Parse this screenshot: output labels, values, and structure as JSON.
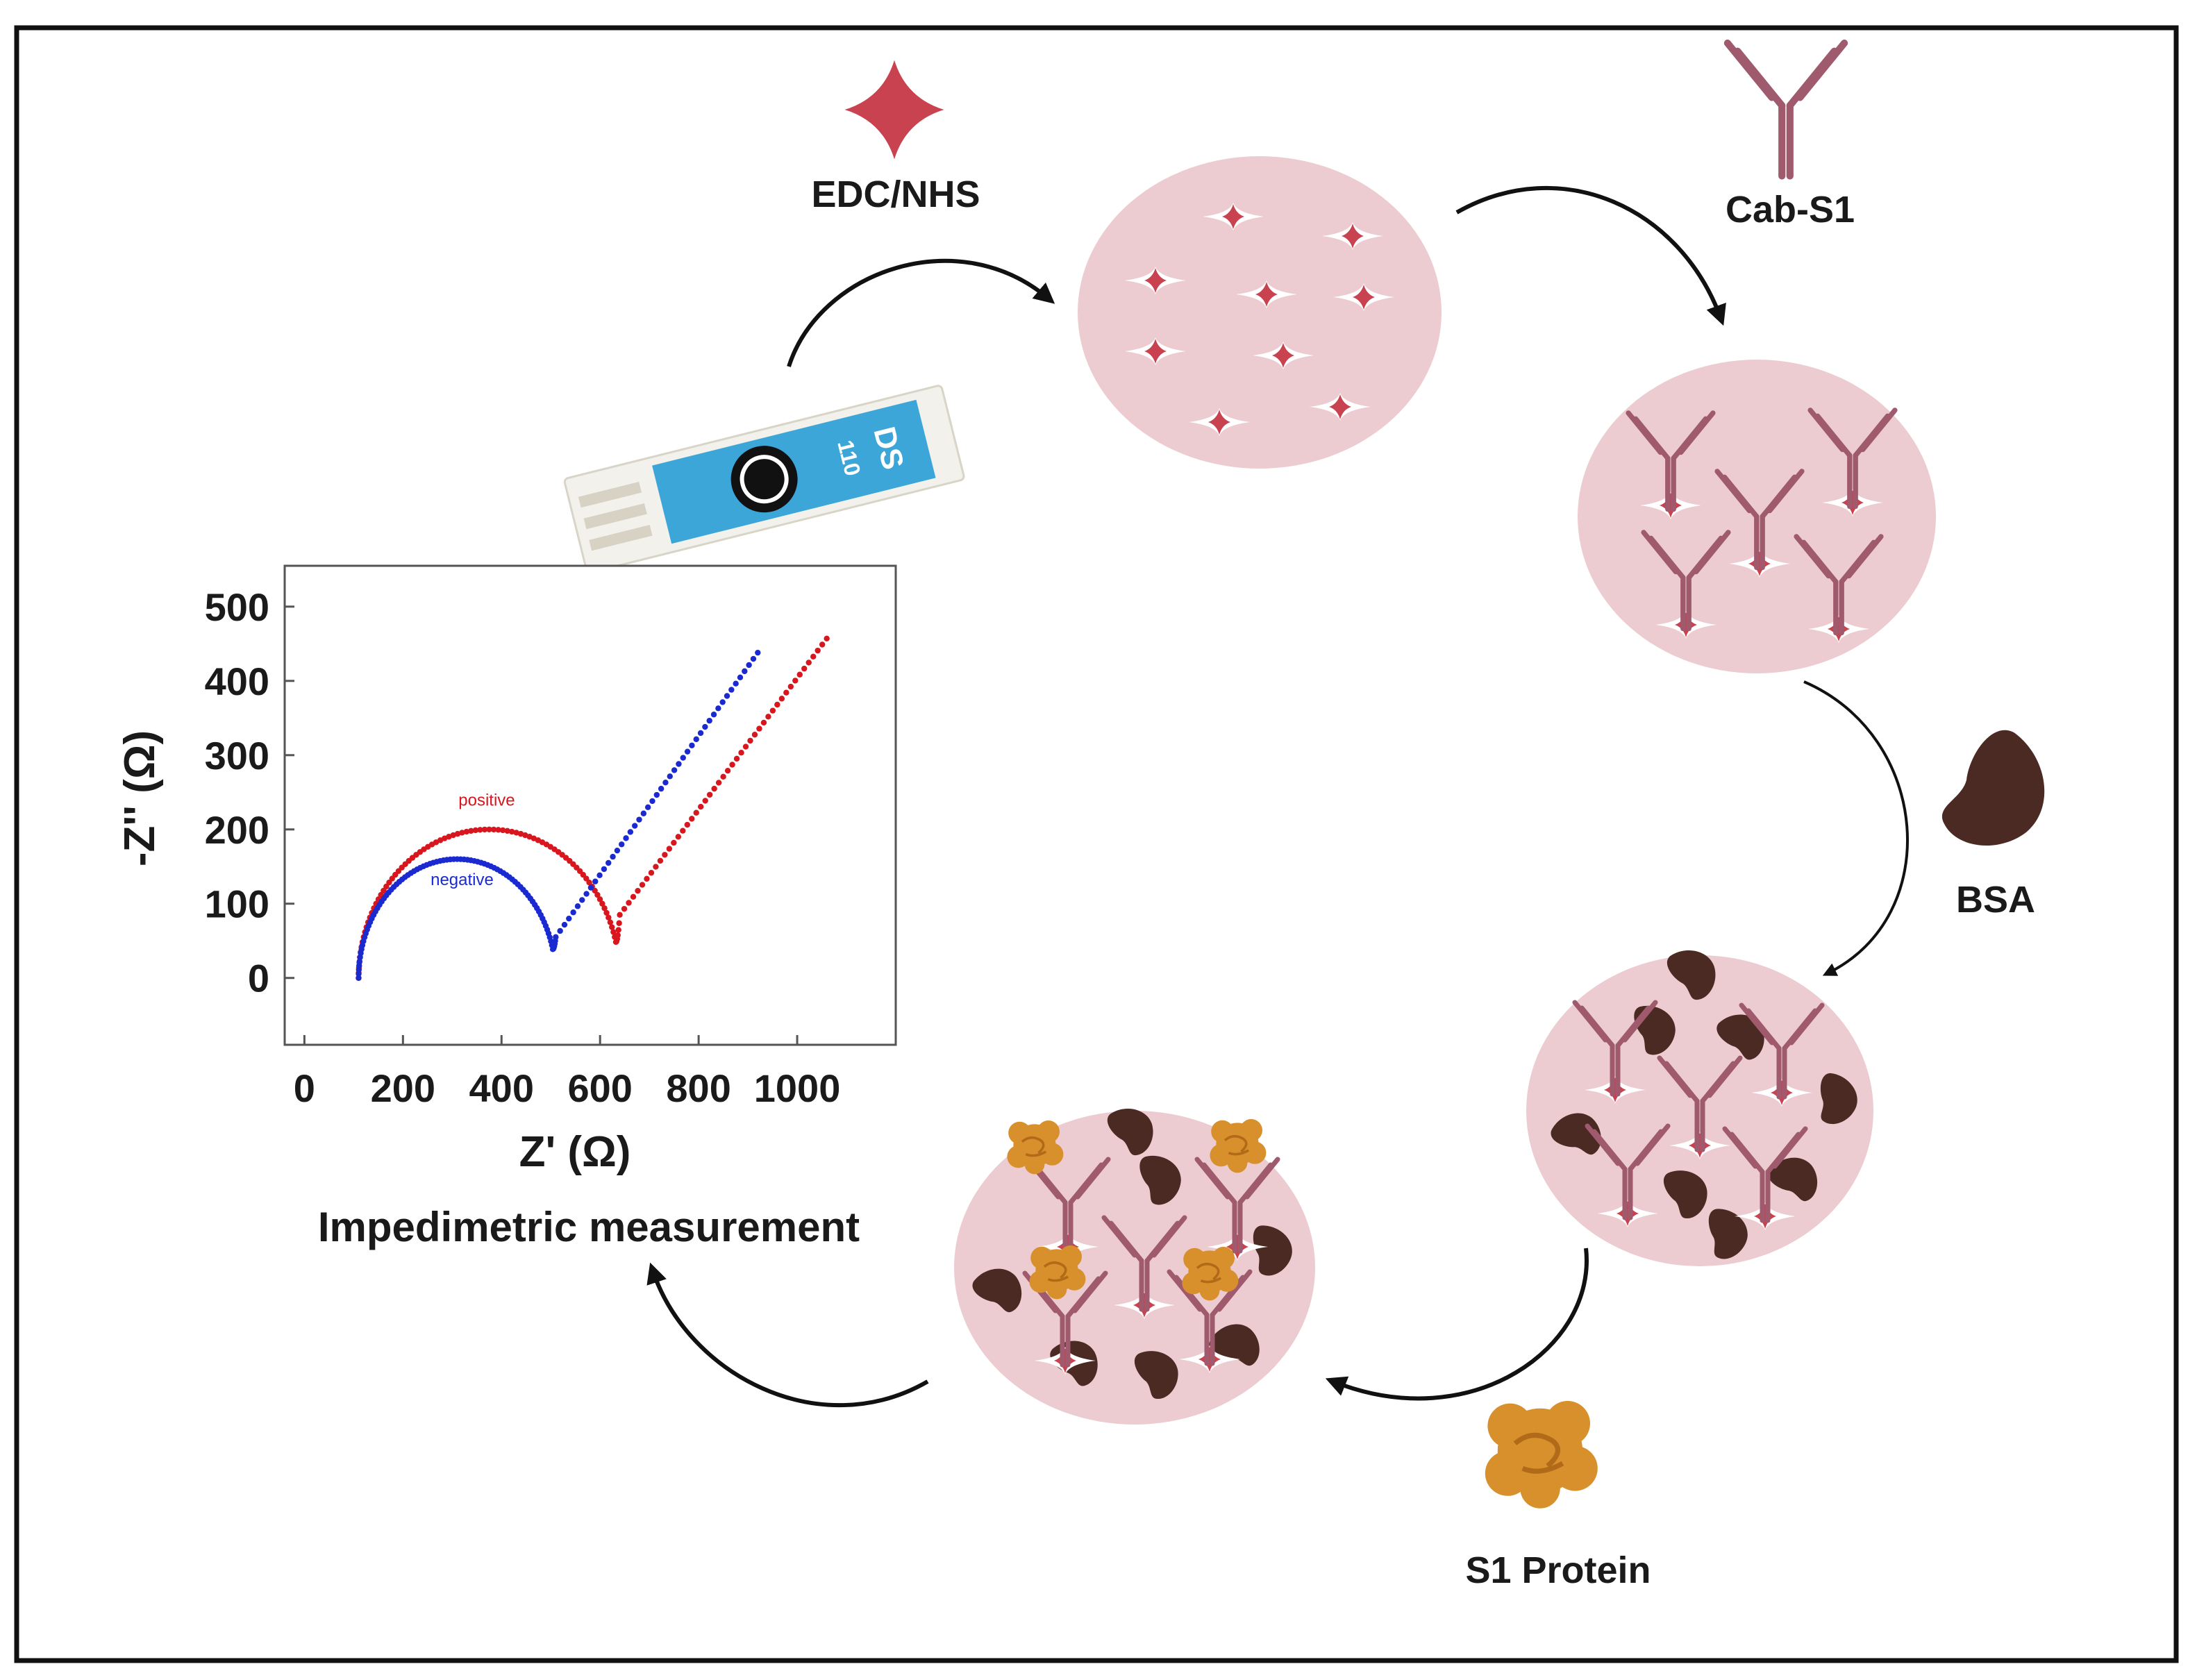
{
  "colors": {
    "frame": "#111111",
    "disc": "#ecccd0",
    "star": "#c9424f",
    "antibody": "#a05a6e",
    "bsa": "#4a2a22",
    "protein": "#d8902c",
    "electrode": "#3da6d8",
    "positive": "#d8161e",
    "negative": "#1a2ad0"
  },
  "icons": {
    "reagent": "four-point-star-icon",
    "antibody": "y-shaped-antibody-icon",
    "bsa": "bean-shaped-bsa-icon",
    "protein": "blob-protein-icon",
    "electrode": "screen-printed-electrode-icon"
  },
  "labels": {
    "edc": "EDC/NHS",
    "cab": "Cab-S1",
    "bsa": "BSA",
    "s1": "S1 Protein",
    "impedimetric": "Impedimetric measurement"
  },
  "electrode": {
    "brand": "DS",
    "model": "110"
  },
  "chart_data": {
    "type": "scatter",
    "xlabel": "Z' (Ω)",
    "ylabel": "-Z'' (Ω)",
    "xlim": [
      -40,
      1200
    ],
    "ylim": [
      -90,
      555
    ],
    "xticks": [
      0,
      200,
      400,
      600,
      800,
      1000
    ],
    "yticks": [
      0,
      100,
      200,
      300,
      400,
      500
    ],
    "series": [
      {
        "name": "positive",
        "color": "#d8161e",
        "label_at": [
          370,
          232
        ],
        "semicircle": {
          "start": 110,
          "end": 640,
          "peak": 200
        },
        "tail": {
          "from": [
            640,
            85
          ],
          "to": [
            1060,
            457
          ]
        }
      },
      {
        "name": "negative",
        "color": "#1a2ad0",
        "label_at": [
          320,
          125
        ],
        "semicircle": {
          "start": 110,
          "end": 510,
          "peak": 160
        },
        "tail": {
          "from": [
            510,
            55
          ],
          "to": [
            920,
            438
          ]
        }
      }
    ]
  }
}
